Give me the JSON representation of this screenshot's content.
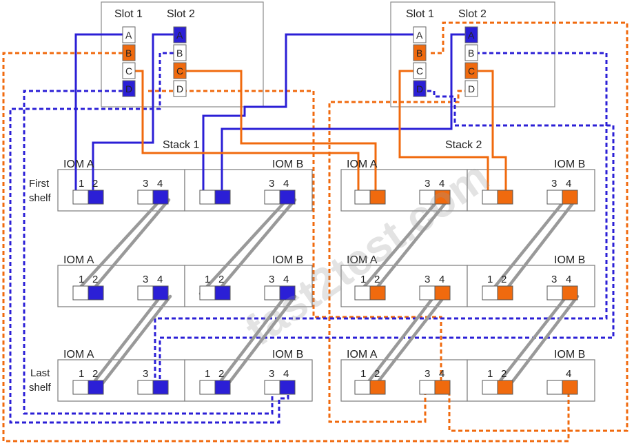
{
  "colors": {
    "blue": "#2b1fd6",
    "orange": "#f06a0e",
    "gray": "#9a9a9a",
    "box": "#7a7a7a"
  },
  "controllers": {
    "left": {
      "slot1_label": "Slot 1",
      "slot2_label": "Slot 2",
      "slot1_ports": [
        "A",
        "B",
        "C",
        "D"
      ],
      "slot2_ports": [
        "A",
        "B",
        "C",
        "D"
      ]
    },
    "right": {
      "slot1_label": "Slot 1",
      "slot2_label": "Slot 2",
      "slot1_ports": [
        "A",
        "B",
        "C",
        "D"
      ],
      "slot2_ports": [
        "A",
        "B",
        "C",
        "D"
      ]
    }
  },
  "stacks": {
    "stack1_label": "Stack 1",
    "stack2_label": "Stack 2"
  },
  "shelves": {
    "first_label_line1": "First",
    "first_label_line2": "shelf",
    "last_label_line1": "Last",
    "last_label_line2": "shelf",
    "iom_a": "IOM A",
    "iom_b": "IOM B",
    "port_1": "1",
    "port_2": "2",
    "port_3": "3",
    "port_4": "4"
  },
  "watermark": "fast2test.com"
}
